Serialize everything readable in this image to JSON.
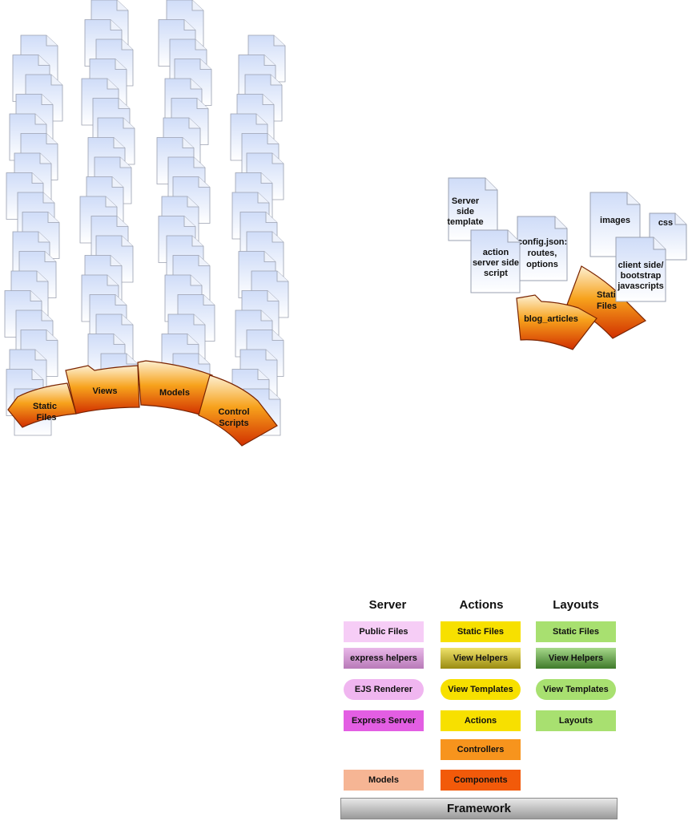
{
  "left_cluster": {
    "segments": [
      "Static Files",
      "Views",
      "Models",
      "Control Scripts"
    ]
  },
  "right_cluster": {
    "docs": [
      "Server side template",
      "action server side script",
      "config.json: routes, options",
      "images",
      "css",
      "client side/ bootstrap javascripts"
    ],
    "segments": [
      "blog_articles",
      "Static Files"
    ]
  },
  "stack": {
    "columns": [
      "Server",
      "Actions",
      "Layouts"
    ],
    "server": [
      "Public Files",
      "express helpers",
      "EJS Renderer",
      "Express Server",
      "Models"
    ],
    "actions": [
      "Static Files",
      "View Helpers",
      "View Templates",
      "Actions",
      "Controllers",
      "Components"
    ],
    "layouts": [
      "Static Files",
      "View Helpers",
      "View Templates",
      "Layouts"
    ],
    "framework": "Framework"
  },
  "colors": {
    "public_files": "#f6cdf6",
    "express_helpers": "#c98ac9",
    "ejs_renderer": "#f0b6f0",
    "express_server": "#e35ee3",
    "models": "#f6b594",
    "actions_yellow": "#f7e000",
    "view_helpers_olive": "#a89a1e",
    "controllers": "#f7941d",
    "components": "#f25a0a",
    "layouts_green": "#a8e070",
    "layouts_view_helpers": "#5b9a3d",
    "arc_top": "#fbe7c0",
    "arc_bottom": "#d12f00"
  }
}
